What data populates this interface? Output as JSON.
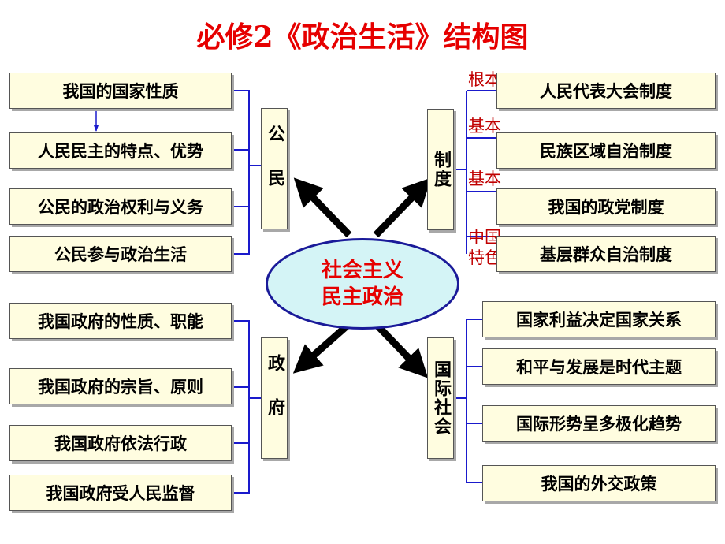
{
  "title": "必修2《政治生活》结构图",
  "center": {
    "line1": "社会主义",
    "line2": "民主政治"
  },
  "citizen": {
    "label": "公民",
    "items": [
      "我国的国家性质",
      "人民民主的特点、优势",
      "公民的政治权利与义务",
      "公民参与政治生活"
    ]
  },
  "government": {
    "label": "政府",
    "items": [
      "我国政府的性质、职能",
      "我国政府的宗旨、原则",
      "我国政府依法行政",
      "我国政府受人民监督"
    ]
  },
  "system": {
    "label": "制度",
    "tags": [
      "根本",
      "基本",
      "基本",
      "中国特色"
    ],
    "items": [
      "人民代表大会制度",
      "民族区域自治制度",
      "我国的政党制度",
      "基层群众自治制度"
    ]
  },
  "international": {
    "label": "国际社会",
    "items": [
      "国家利益决定国家关系",
      "和平与发展是时代主题",
      "国际形势呈多极化趋势",
      "我国的外交政策"
    ]
  },
  "colors": {
    "title": "#e60000",
    "connector": "#1a1acc",
    "tag": "#c00000",
    "box_fill": "#fffde0",
    "ellipse_fill": "#d4f4f6"
  }
}
